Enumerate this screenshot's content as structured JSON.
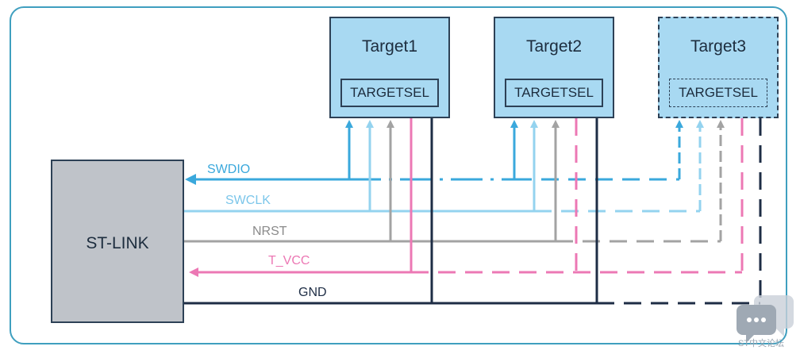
{
  "stlink": {
    "label": "ST-LINK"
  },
  "targets": [
    {
      "name": "Target1",
      "sel": "TARGETSEL"
    },
    {
      "name": "Target2",
      "sel": "TARGETSEL"
    },
    {
      "name": "Target3",
      "sel": "TARGETSEL"
    }
  ],
  "signals": {
    "swdio": "SWDIO",
    "swclk": "SWCLK",
    "nrst": "NRST",
    "tvcc": "T_VCC",
    "gnd": "GND"
  },
  "colors": {
    "swdio": "#3aa8dc",
    "swclk": "#94d3ef",
    "nrst": "#a3a3a3",
    "tvcc": "#ec78b4",
    "gnd": "#1e2d45"
  },
  "watermark": {
    "text": "ST中文论坛"
  }
}
